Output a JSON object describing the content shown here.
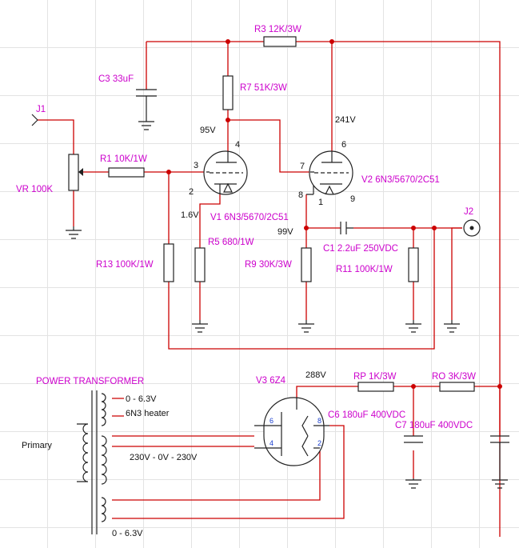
{
  "connectors": {
    "j1": "J1",
    "j2": "J2"
  },
  "resistors": {
    "r3": "R3 12K/3W",
    "r7": "R7 51K/3W",
    "r1": "R1 10K/1W",
    "vr": "VR 100K",
    "r13": "R13 100K/1W",
    "r5": "R5 680/1W",
    "r9": "R9 30K/3W",
    "r11": "R11 100K/1W",
    "rp": "RP 1K/3W",
    "ro": "RO 3K/3W"
  },
  "capacitors": {
    "c3": "C3 33uF",
    "c1": "C1 2.2uF 250VDC",
    "c6": "C6 180uF 400VDC",
    "c7": "C7 180uF 400VDC"
  },
  "tubes": {
    "v1": "V1 6N3/5670/2C51",
    "v2": "V2 6N3/5670/2C51",
    "v3": "V3 6Z4"
  },
  "voltages": {
    "v95": "95V",
    "v241": "241V",
    "v1_6": "1.6V",
    "v99": "99V",
    "v288": "288V"
  },
  "pins": {
    "v1_plate": "4",
    "v1_grid": "3",
    "v1_cathode": "2",
    "v2_plate": "6",
    "v2_grid": "7",
    "v2_cathode": "8",
    "v2_heater_a": "1",
    "v2_heater_b": "9",
    "v3_p6": "6",
    "v3_p4": "4",
    "v3_p8": "8",
    "v3_p2": "2"
  },
  "transformer": {
    "title": "POWER TRANSFORMER",
    "primary": "Primary",
    "sec_heater_range": "0 - 6.3V",
    "sec_heater_note": "6N3 heater",
    "sec_hv": "230V - 0V - 230V",
    "sec_bottom": "0 - 6.3V"
  },
  "colors": {
    "wire": "#cc0000",
    "label": "#cc00cc",
    "component": "#222222"
  }
}
